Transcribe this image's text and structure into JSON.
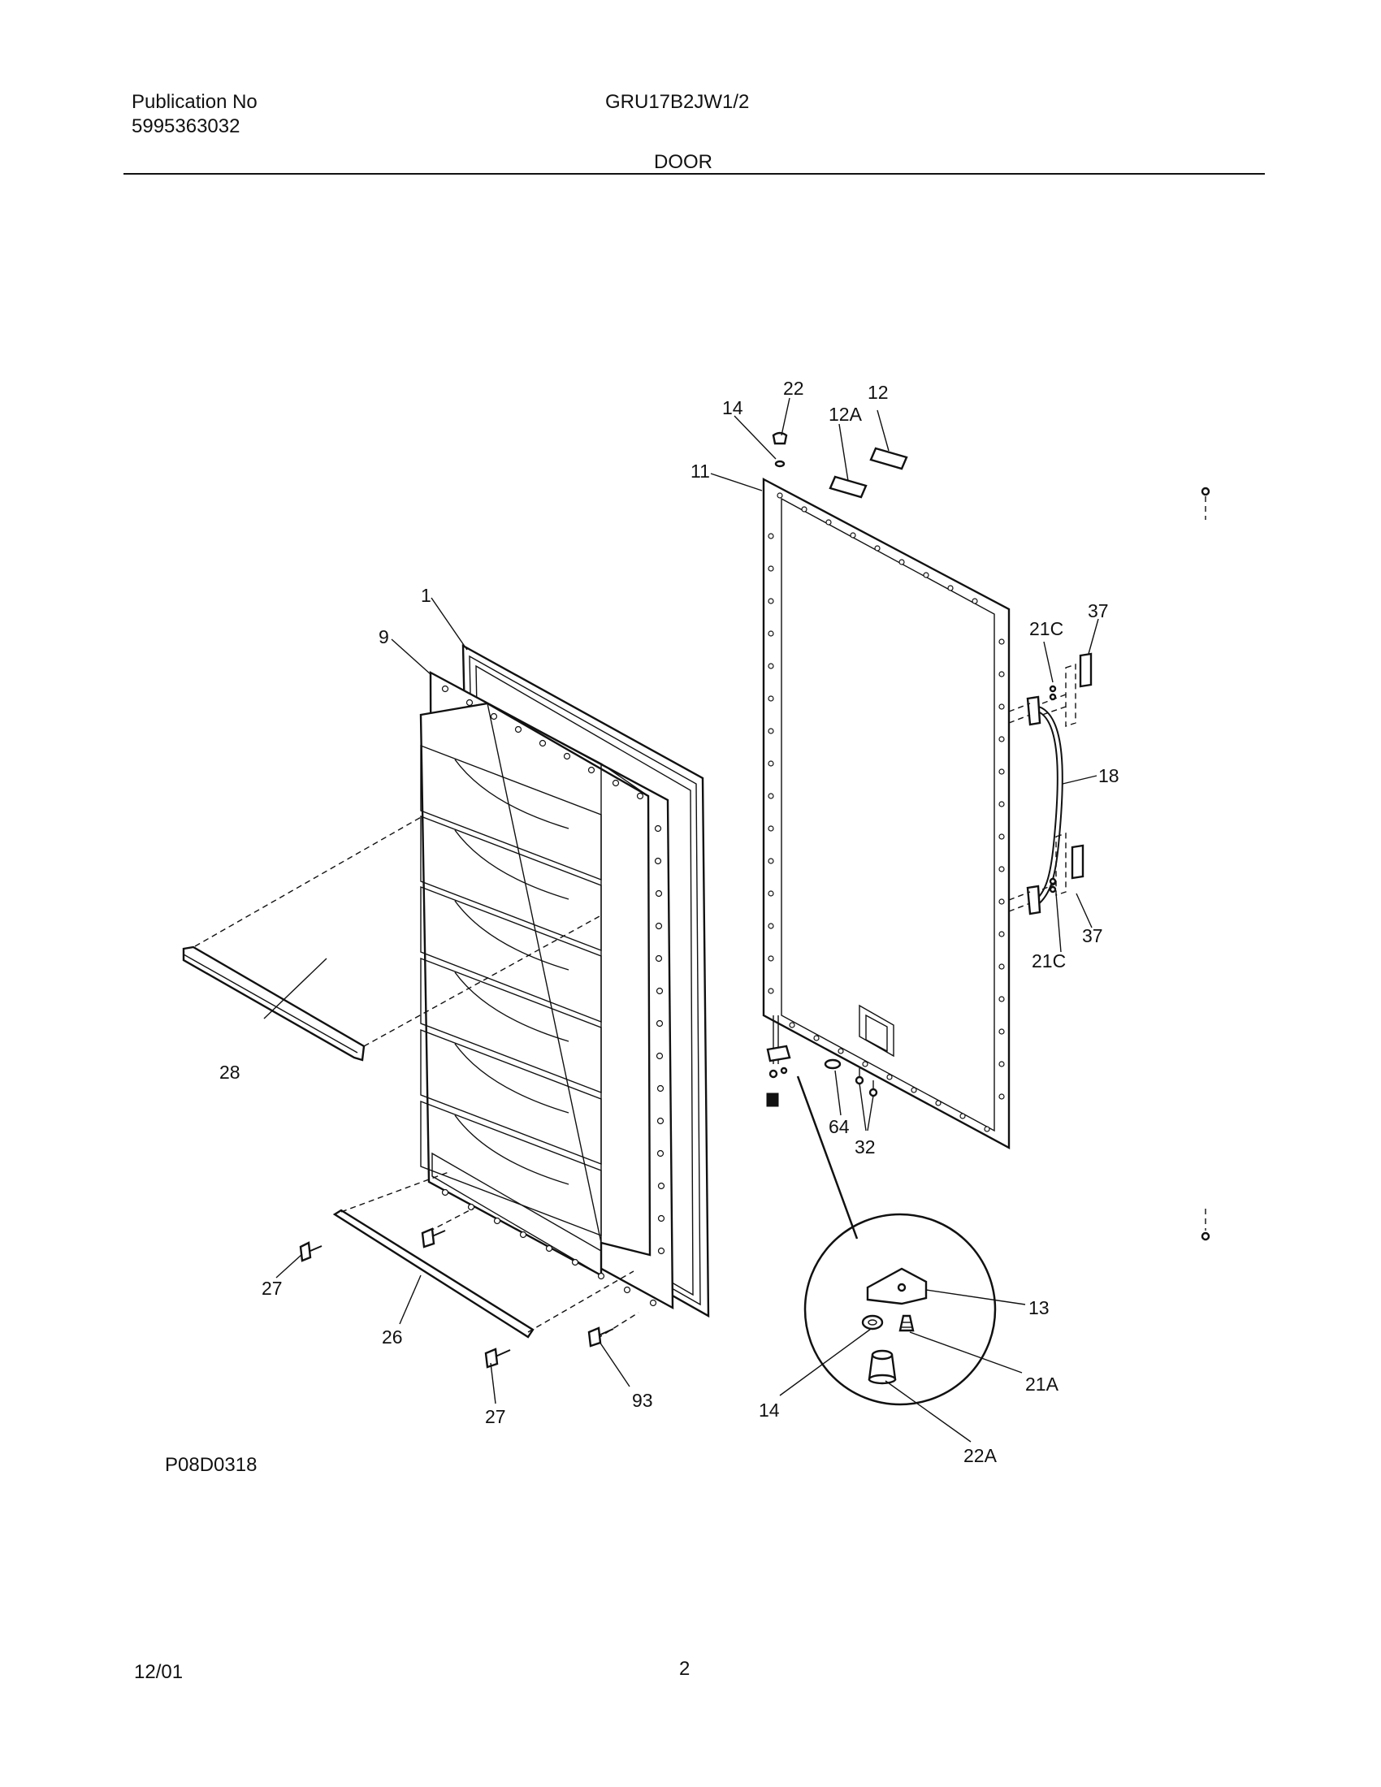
{
  "header": {
    "publication_label": "Publication No",
    "publication_number": "5995363032",
    "model": "GRU17B2JW1/2",
    "section_title": "DOOR"
  },
  "footer": {
    "drawing_code": "P08D0318",
    "date": "12/01",
    "page_number": "2"
  },
  "callouts": {
    "c1": "1",
    "c9": "9",
    "c11": "11",
    "c12": "12",
    "c12a": "12A",
    "c13": "13",
    "c14_top": "14",
    "c14_detail": "14",
    "c18": "18",
    "c21a": "21A",
    "c21c_top": "21C",
    "c21c_bottom": "21C",
    "c22": "22",
    "c22a": "22A",
    "c26": "26",
    "c27_left": "27",
    "c27_bottom": "27",
    "c28": "28",
    "c32": "32",
    "c37_top": "37",
    "c37_bottom": "37",
    "c64": "64",
    "c93": "93"
  }
}
